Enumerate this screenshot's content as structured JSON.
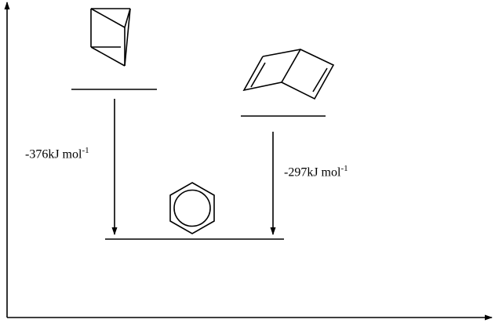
{
  "energy_diagram": {
    "species": [
      "prismane",
      "dewar-benzene",
      "benzene"
    ],
    "transitions": [
      {
        "from": "prismane",
        "to": "benzene",
        "value": "-376kJ mol",
        "exponent": "-1"
      },
      {
        "from": "dewar-benzene",
        "to": "benzene",
        "value": "-297kJ mol",
        "exponent": "-1"
      }
    ]
  }
}
